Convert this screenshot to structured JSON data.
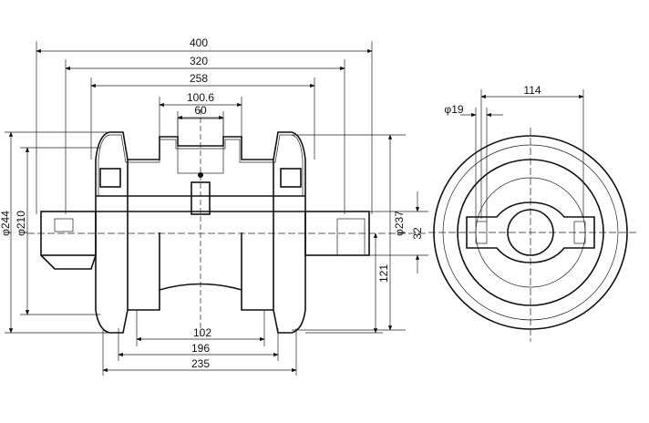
{
  "drawing": {
    "dimensions": {
      "overall_400": "400",
      "width_320": "320",
      "width_258": "258",
      "width_100_6": "100.6",
      "width_60": "60",
      "width_102": "102",
      "width_196": "196",
      "width_235": "235",
      "dia_244": "φ244",
      "dia_210": "φ210",
      "dia_237": "φ237",
      "height_32": "32",
      "height_121": "121",
      "hole_19": "φ19",
      "spacing_114": "114"
    }
  }
}
